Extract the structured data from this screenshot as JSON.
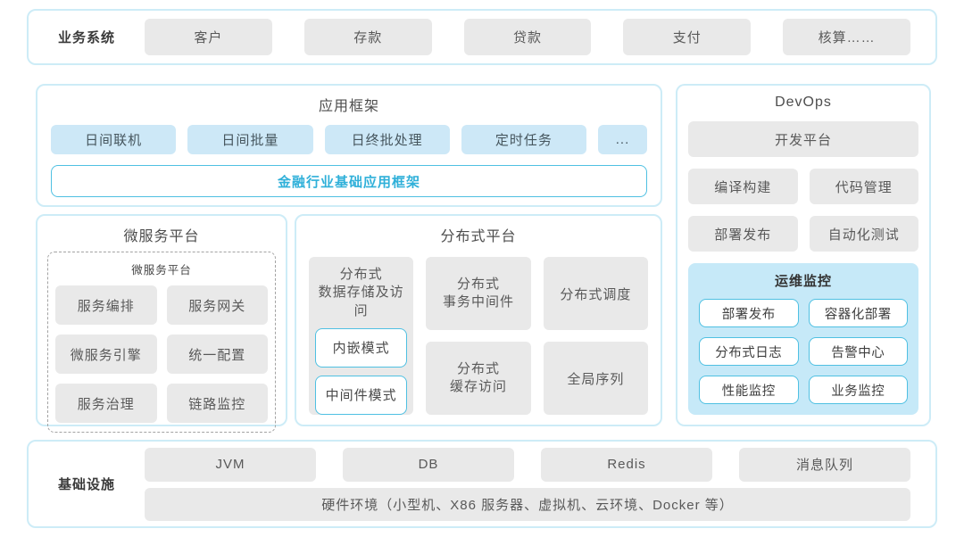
{
  "business": {
    "label": "业务系统",
    "items": [
      "客户",
      "存款",
      "贷款",
      "支付",
      "核算……"
    ]
  },
  "app_framework": {
    "title": "应用框架",
    "items": [
      "日间联机",
      "日间批量",
      "日终批处理",
      "定时任务",
      "..."
    ],
    "base": "金融行业基础应用框架"
  },
  "microservice": {
    "title": "微服务平台",
    "inner_title": "微服务平台",
    "items": [
      "服务编排",
      "服务网关",
      "微服务引擎",
      "统一配置",
      "服务治理",
      "链路监控"
    ]
  },
  "distributed": {
    "title": "分布式平台",
    "storage": {
      "line1": "分布式",
      "line2": "数据存储及访问",
      "modes": [
        "内嵌模式",
        "中间件模式"
      ]
    },
    "transaction": {
      "line1": "分布式",
      "line2": "事务中间件"
    },
    "cache": {
      "line1": "分布式",
      "line2": "缓存访问"
    },
    "schedule": "分布式调度",
    "sequence": "全局序列"
  },
  "devops": {
    "title": "DevOps",
    "platform": "开发平台",
    "items": [
      "编译构建",
      "代码管理",
      "部署发布",
      "自动化测试"
    ],
    "monitor": {
      "title": "运维监控",
      "items": [
        "部署发布",
        "容器化部署",
        "分布式日志",
        "告警中心",
        "性能监控",
        "业务监控"
      ]
    }
  },
  "infrastructure": {
    "label": "基础设施",
    "items": [
      "JVM",
      "DB",
      "Redis",
      "消息队列"
    ],
    "hardware": "硬件环境（小型机、X86 服务器、虚拟机、云环境、Docker 等）"
  },
  "colors": {
    "panel_border": "#cdecf7",
    "gray_box": "#e9e9e9",
    "blue_box": "#cde8f7",
    "cyan_border": "#4fc0e2",
    "cyan_text": "#2fb0d9",
    "monitor_bg": "#c6e9f8"
  }
}
